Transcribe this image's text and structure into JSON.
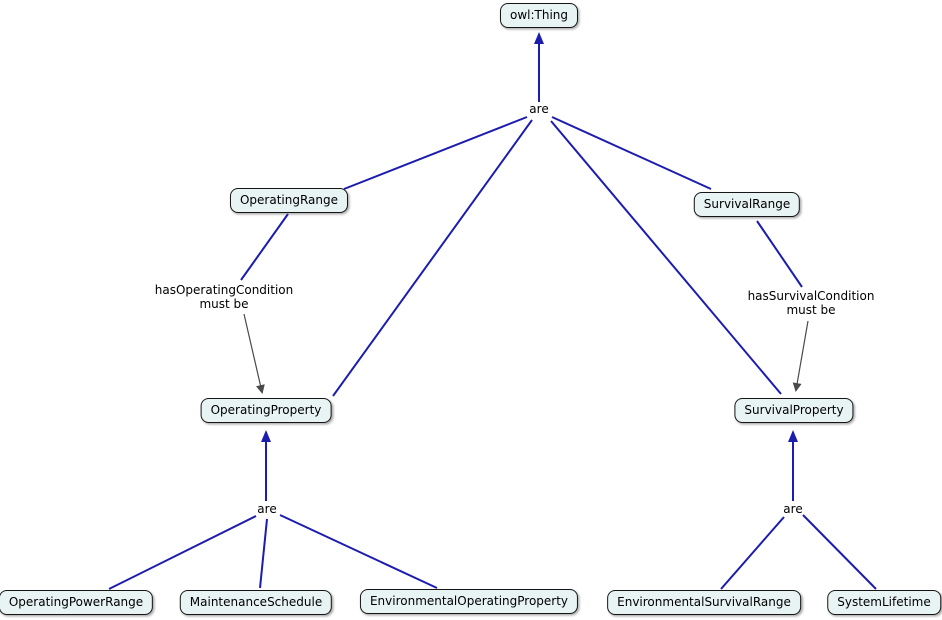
{
  "colors": {
    "edge_blue": "#1c1caf",
    "edge_gray": "#4a4a4a",
    "node_fill": "#e8f3f3",
    "node_border": "#161616",
    "text_color": "#000000",
    "bg_color": "#ffffff"
  },
  "diagram": {
    "type": "concept-map-ontology",
    "nodes": [
      {
        "id": "owl-thing",
        "label": "owl:Thing"
      },
      {
        "id": "operating-range",
        "label": "OperatingRange"
      },
      {
        "id": "survival-range",
        "label": "SurvivalRange"
      },
      {
        "id": "operating-property",
        "label": "OperatingProperty"
      },
      {
        "id": "survival-property",
        "label": "SurvivalProperty"
      },
      {
        "id": "operating-power-range",
        "label": "OperatingPowerRange"
      },
      {
        "id": "maintenance-schedule",
        "label": "MaintenanceSchedule"
      },
      {
        "id": "environmental-operating-property",
        "label": "EnvironmentalOperatingProperty"
      },
      {
        "id": "environmental-survival-range",
        "label": "EnvironmentalSurvivalRange"
      },
      {
        "id": "system-lifetime",
        "label": "SystemLifetime"
      }
    ],
    "links": {
      "are_top": "are",
      "are_operating": "are",
      "are_survival": "are",
      "operating_condition": {
        "name": "hasOperatingCondition",
        "constraint": "must be"
      },
      "survival_condition": {
        "name": "hasSurvivalCondition",
        "constraint": "must be"
      }
    }
  }
}
